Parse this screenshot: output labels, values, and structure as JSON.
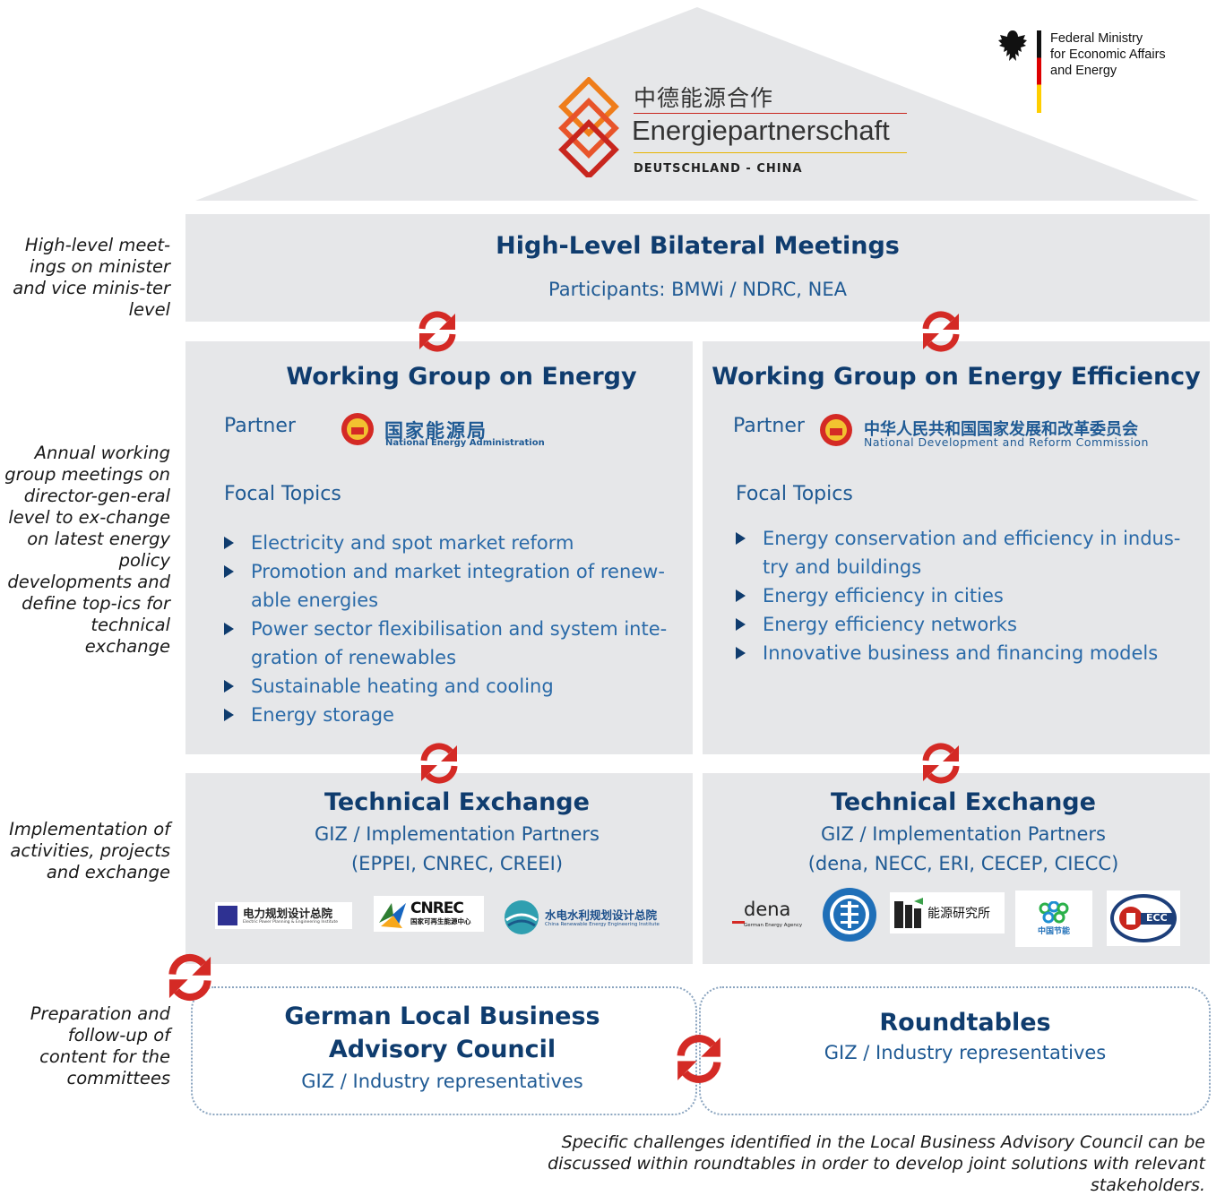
{
  "header": {
    "logo_cn": "中德能源合作",
    "logo_main": "Energiepartnerschaft",
    "logo_sub": "DEUTSCHLAND - CHINA",
    "ministry_line1": "Federal Ministry",
    "ministry_line2": "for Economic Affairs",
    "ministry_line3": "and Energy"
  },
  "side_notes": {
    "high_level": "High-level meet-ings on minister and vice minis-ter level",
    "annual": "Annual working group meetings on director-gen-eral level to ex-change on latest energy policy developments and define top-ics for technical exchange",
    "implementation": "Implementation of activities, projects and exchange",
    "preparation": "Preparation and follow-up of content for the committees"
  },
  "high_level": {
    "title": "High-Level Bilateral Meetings",
    "participants": "Participants: BMWi / NDRC, NEA"
  },
  "wg_energy": {
    "title": "Working Group on Energy",
    "partner_label": "Partner",
    "partner_cn": "国家能源局",
    "partner_en": "National Energy Administration",
    "focal_label": "Focal Topics",
    "topics": [
      "Electricity and spot market reform",
      "Promotion and market integration of renew-able energies",
      "Power sector flexibilisation and system inte-gration of renewables",
      "Sustainable heating and cooling",
      "Energy storage"
    ]
  },
  "wg_efficiency": {
    "title": "Working Group on Energy Efficiency",
    "partner_label": "Partner",
    "partner_cn": "中华人民共和国国家发展和改革委员会",
    "partner_en": "National Development and Reform Commission",
    "focal_label": "Focal Topics",
    "topics": [
      "Energy conservation and efficiency in indus-try and buildings",
      "Energy efficiency in cities",
      "Energy efficiency networks",
      "Innovative business and financing models"
    ]
  },
  "tech_left": {
    "title": "Technical Exchange",
    "line1": "GIZ / Implementation Partners",
    "line2": "(EPPEI, CNREC, CREEI)",
    "logo1_cn": "电力规划设计总院",
    "logo1_en": "Electric Power Planning & Engineering Institute",
    "logo2_main": "CNREC",
    "logo2_cn": "国家可再生能源中心",
    "logo3_cn": "水电水利规划设计总院",
    "logo3_en": "China Renewable Energy Engineering Institute"
  },
  "tech_right": {
    "title": "Technical Exchange",
    "line1": "GIZ / Implementation Partners",
    "line2": "(dena, NECC, ERI, CECEP, CIECC)",
    "logo_dena": "dena",
    "logo_dena_sub": "German Energy Agency",
    "logo_eri_cn": "能源研究所",
    "logo_cecep_cn": "中国节能",
    "logo_ciecc": "ECC"
  },
  "advisory": {
    "title_line1": "German Local Business",
    "title_line2": "Advisory Council",
    "sub": "GIZ / Industry representatives"
  },
  "roundtables": {
    "title": "Roundtables",
    "sub": "GIZ / Industry representatives"
  },
  "footer_note": "Specific challenges identified in the Local Business Advisory Council can be discussed within roundtables in order to develop joint solutions with relevant stakeholders.",
  "colors": {
    "panel": "#e6e7e9",
    "navy": "#0f3c6e",
    "blue": "#1f5a94",
    "cycle_red": "#d42a25",
    "logo_orange": "#ef7d1a",
    "logo_red": "#c8261e"
  }
}
